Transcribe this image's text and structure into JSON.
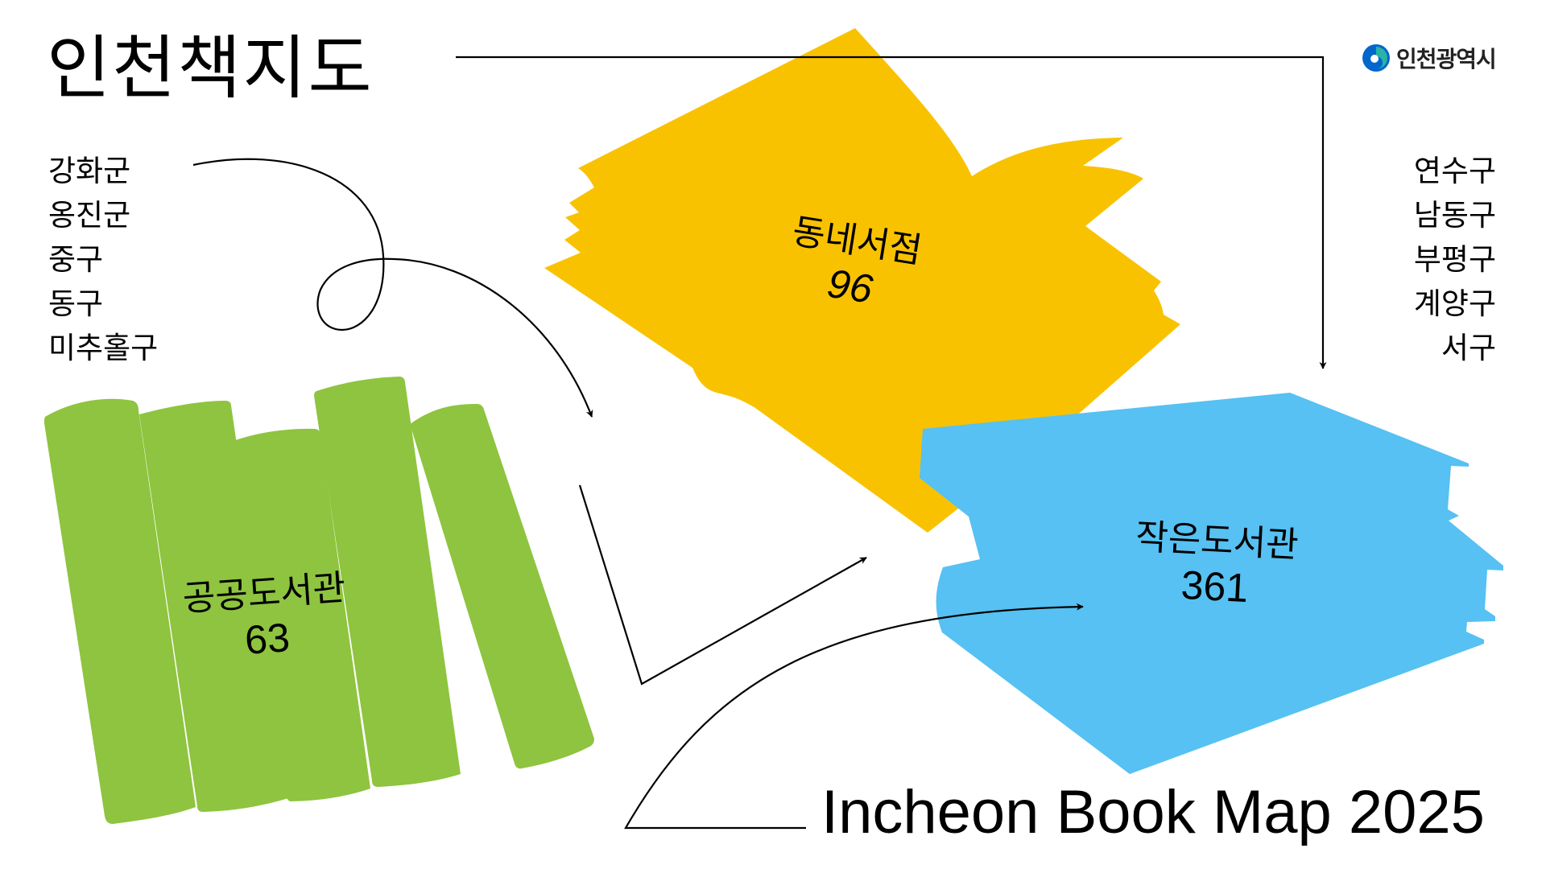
{
  "header": {
    "title": "인천책지도",
    "logo": {
      "icon": "incheon-swirl-logo-icon",
      "text": "인천광역시",
      "colors": [
        "#0066cc",
        "#2bb3a6"
      ]
    }
  },
  "districts_left": [
    "강화군",
    "옹진군",
    "중구",
    "동구",
    "미추홀구"
  ],
  "districts_right": [
    "연수구",
    "남동구",
    "부평구",
    "계양구",
    "서구"
  ],
  "categories": [
    {
      "id": "public-library",
      "label": "공공도서관",
      "count": "63",
      "color": "#8ec43f",
      "shape": "books-standing"
    },
    {
      "id": "neighborhood-bookstore",
      "label": "동네서점",
      "count": "96",
      "color": "#f9c200",
      "shape": "open-book"
    },
    {
      "id": "small-library",
      "label": "작은도서관",
      "count": "361",
      "color": "#56c1f2",
      "shape": "stacked-books"
    }
  ],
  "footer": {
    "english_title": "Incheon Book Map 2025"
  },
  "chart_data": {
    "type": "table",
    "title": "인천책지도",
    "categories": [
      "공공도서관",
      "동네서점",
      "작은도서관"
    ],
    "values": [
      63,
      96,
      361
    ],
    "colors": [
      "#8ec43f",
      "#f9c200",
      "#56c1f2"
    ]
  }
}
